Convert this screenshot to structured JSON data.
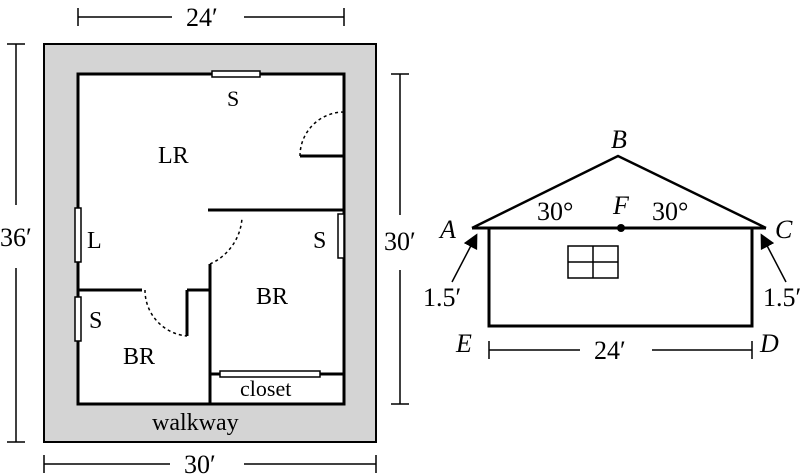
{
  "floor_plan": {
    "dims": {
      "top": "24′",
      "bottom": "30′",
      "left": "36′",
      "right": "30′"
    },
    "rooms": {
      "living": "LR",
      "bedroom_right": "BR",
      "bedroom_left": "BR",
      "closet": "closet",
      "walkway": "walkway"
    },
    "windows": {
      "top": "S",
      "left": "L",
      "right": "S",
      "bottom_left": "S"
    }
  },
  "elevation": {
    "points": {
      "a": "A",
      "b": "B",
      "c": "C",
      "d": "D",
      "e": "E",
      "f": "F"
    },
    "angles": {
      "left": "30°",
      "right": "30°"
    },
    "heights": {
      "left": "1.5′",
      "right": "1.5′"
    },
    "base": "24′"
  },
  "colors": {
    "walkway": "#d4d4d4",
    "line": "#000000"
  }
}
